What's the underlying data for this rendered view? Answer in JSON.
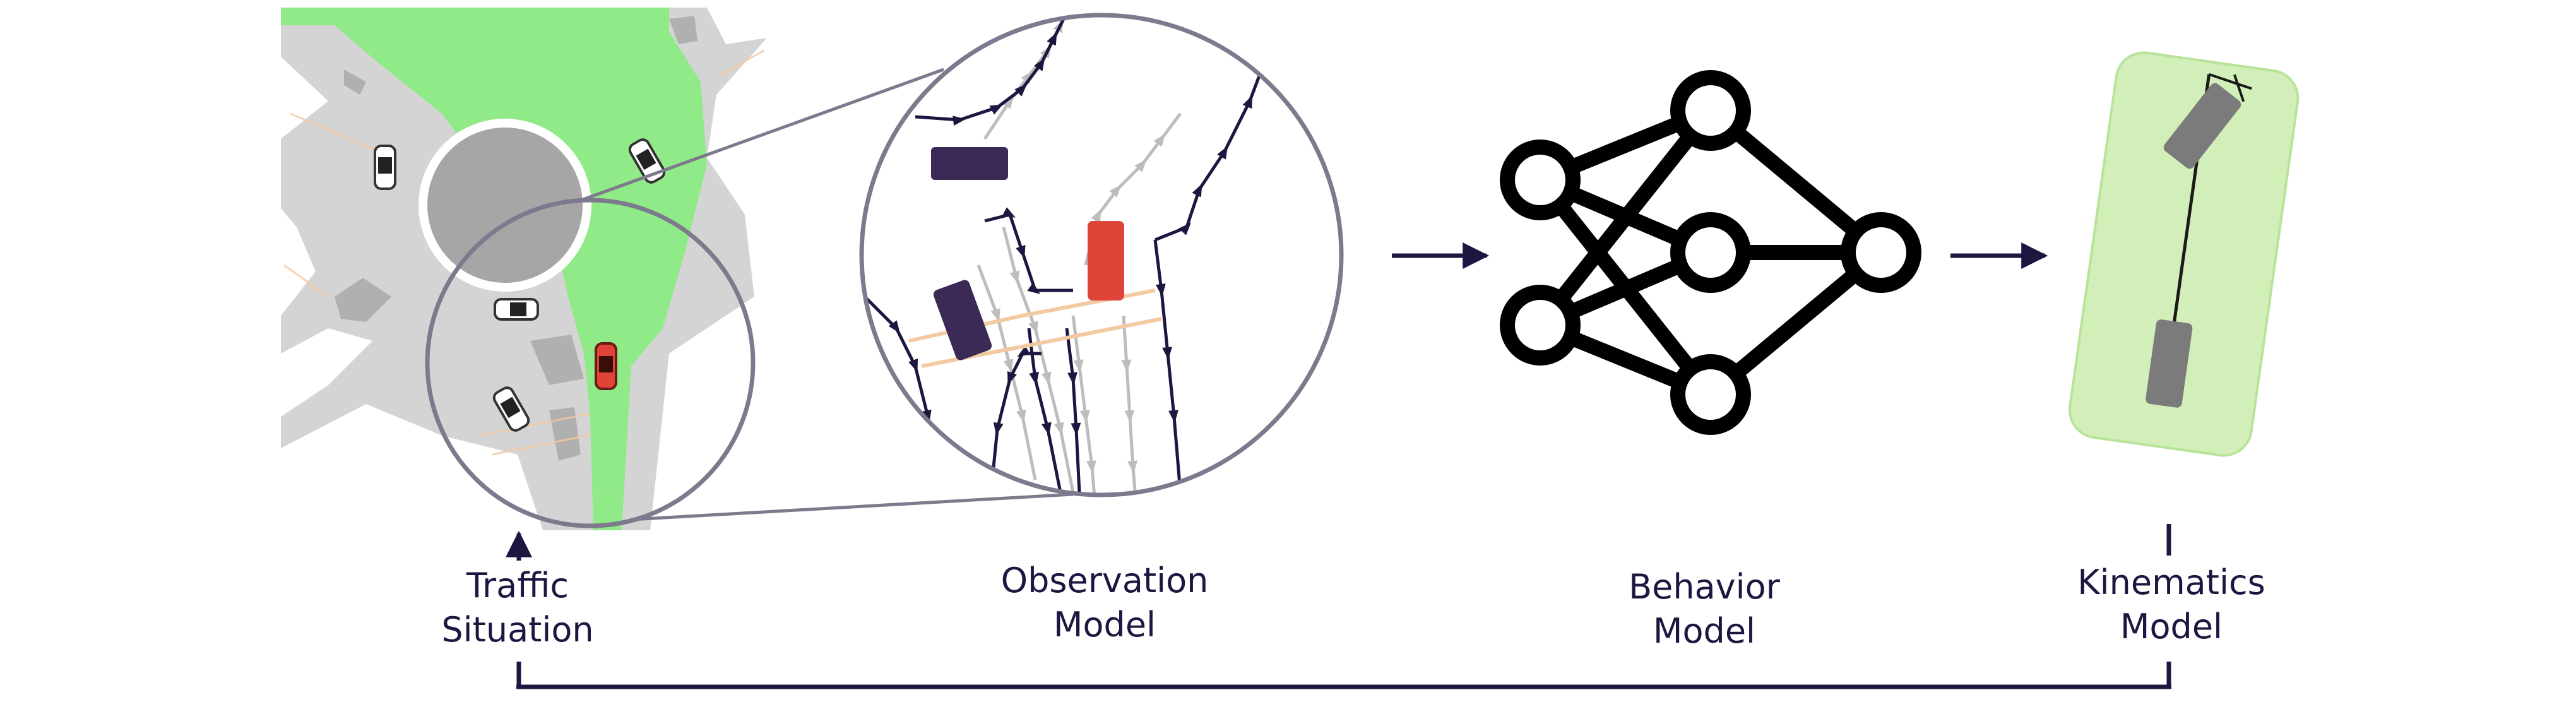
{
  "colors": {
    "ink": "#1e1640",
    "road": "#d4d4d4",
    "island": "#a6a6a6",
    "route": "#90ea88",
    "ego_car": "#e04438",
    "other_vehicle": "#3b2a55",
    "lens_ring": "#7c7a8c",
    "kinematic_box": "#d2efba",
    "kinematic_body": "#7b7b7b",
    "lane_arrow_dark": "#1e1640",
    "lane_arrow_light": "#bdbdbd",
    "lane_link": "#f3c9a0"
  },
  "icons": {
    "traffic_scene": "roundabout-map-icon",
    "observation": "lane-graph-icon",
    "behavior": "neural-network-icon",
    "kinematics": "bicycle-model-icon"
  },
  "stages": [
    {
      "id": "traffic",
      "line1": "Traffic",
      "line2": "Situation"
    },
    {
      "id": "observation",
      "line1": "Observation",
      "line2": "Model"
    },
    {
      "id": "behavior",
      "line1": "Behavior",
      "line2": "Model"
    },
    {
      "id": "kinematics",
      "line1": "Kinematics",
      "line2": "Model"
    }
  ]
}
